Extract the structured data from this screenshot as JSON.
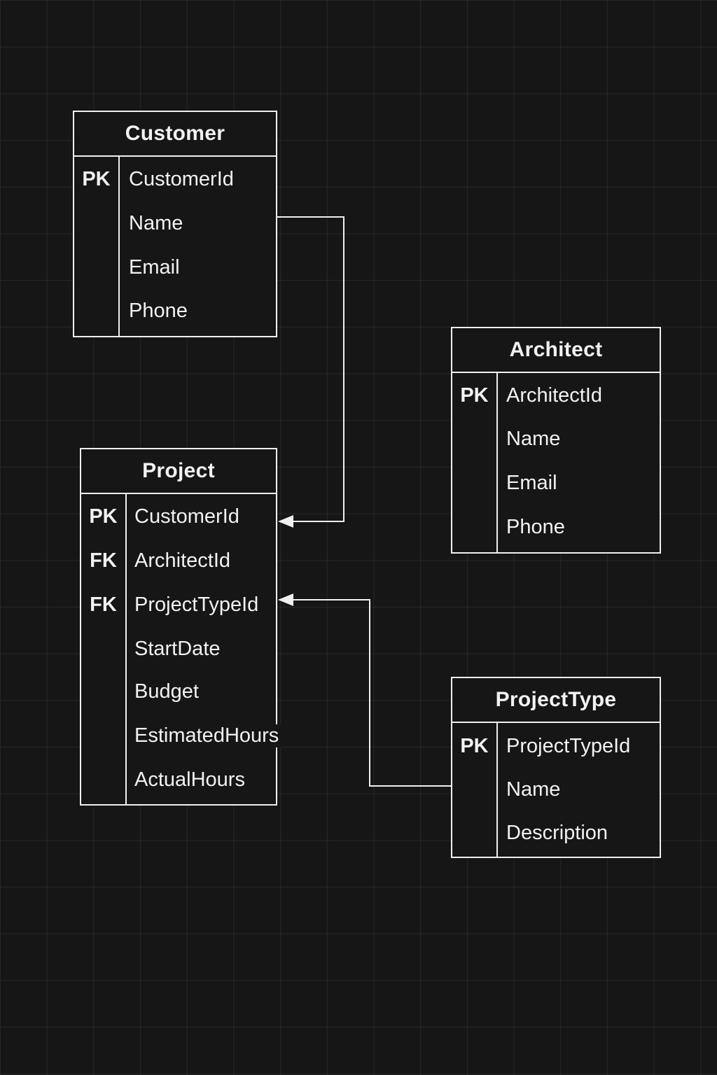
{
  "entities": {
    "customer": {
      "title": "Customer",
      "attributes": [
        {
          "key": "PK",
          "name": "CustomerId"
        },
        {
          "key": "",
          "name": "Name"
        },
        {
          "key": "",
          "name": "Email"
        },
        {
          "key": "",
          "name": "Phone"
        }
      ]
    },
    "architect": {
      "title": "Architect",
      "attributes": [
        {
          "key": "PK",
          "name": "ArchitectId"
        },
        {
          "key": "",
          "name": "Name"
        },
        {
          "key": "",
          "name": "Email"
        },
        {
          "key": "",
          "name": "Phone"
        }
      ]
    },
    "project": {
      "title": "Project",
      "attributes": [
        {
          "key": "PK",
          "name": "CustomerId"
        },
        {
          "key": "FK",
          "name": "ArchitectId"
        },
        {
          "key": "FK",
          "name": "ProjectTypeId"
        },
        {
          "key": "",
          "name": "StartDate"
        },
        {
          "key": "",
          "name": "Budget"
        },
        {
          "key": "",
          "name": "EstimatedHours"
        },
        {
          "key": "",
          "name": "ActualHours"
        }
      ]
    },
    "projecttype": {
      "title": "ProjectType",
      "attributes": [
        {
          "key": "PK",
          "name": "ProjectTypeId"
        },
        {
          "key": "",
          "name": "Name"
        },
        {
          "key": "",
          "name": "Description"
        }
      ]
    }
  },
  "colors": {
    "background": "#161616",
    "line": "#f0f0f0",
    "text": "#f2f2f2"
  }
}
